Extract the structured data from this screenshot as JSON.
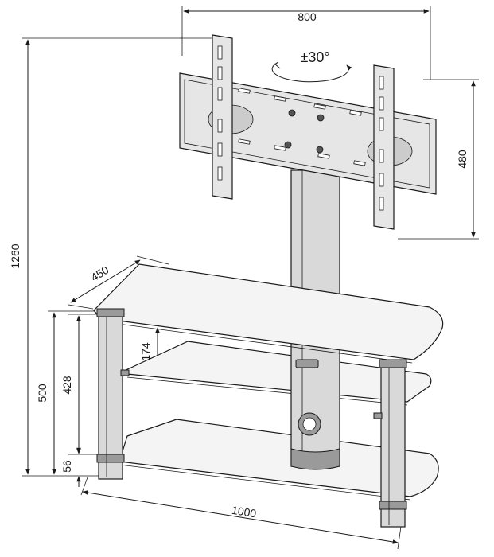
{
  "dimensions": {
    "width_top": "800",
    "rotation": "±30°",
    "bracket_height": "480",
    "total_height": "1260",
    "depth": "450",
    "shelf_gap": "174",
    "unit_height": "500",
    "upper_shelf_height": "428",
    "bottom_shelf_height": "56",
    "width_bottom": "1000"
  }
}
